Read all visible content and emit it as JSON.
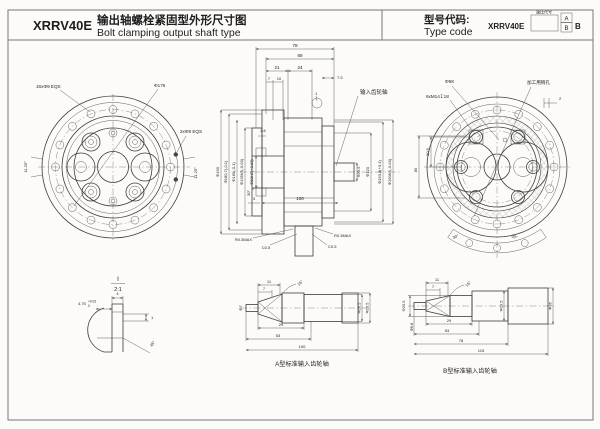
{
  "colors": {
    "line": "#3c3c3c",
    "dim": "#555555",
    "background": "#fcfbf9"
  },
  "header": {
    "model": "XRRV40E",
    "title_cn": "输出轴螺栓紧固型外形尺寸图",
    "title_en": "Bolt clamping output shaft type",
    "type_code_label_cn": "型号代码:",
    "type_code_label_en": "Type code",
    "type_code_model": "XRRV40E",
    "ratio_box_hint": "速比代号",
    "shaft_box_top": "A",
    "shaft_box_bottom": "B",
    "shaft_type_value": "B"
  },
  "front_view": {
    "bolt_holes_label": "16xΦ9 EQS",
    "bolt_circle_label": "Φ175",
    "pin_holes_label": "2xΦ8 EQS",
    "angle_left": "11.25°",
    "angle_right": "11.25°"
  },
  "section_view": {
    "dim_78": "78",
    "dim_68": "68",
    "dim_21": "21",
    "dim_24": "24",
    "dim_7": "7",
    "dim_10": "10",
    "dim_7_5": "7.5",
    "dim_1": "1",
    "dim_2_6": "2.6",
    "dia_190": "Φ190",
    "dia_180_7": "Φ180.7(-0.1)",
    "dia_160": "Φ160(-0.1)",
    "dia_135": "Φ135h7(-0.04)",
    "dia_50": "Φ50H7(+0.03)",
    "angle_30": "30°",
    "dia_29_5": "Φ29.5",
    "dia_120": "Φ120",
    "dia_153_8": "Φ153.8(+0.1)",
    "dia_160h7": "Φ160h7(-0.04)",
    "input_shaft_label": "输入齿轮轴",
    "dim_3": "3",
    "dim_100": "100",
    "r_max_left": "R0.3MAX",
    "c_left": "C0.5",
    "r_max_right": "R0.3MAX",
    "c_right": "C0.5"
  },
  "rear_view": {
    "dia_98": "Φ98",
    "pin_hole_label": "加工用销孔",
    "tapped_label": "6xM14↧18",
    "dim_2": "2",
    "dim_30_5": "30.5",
    "dim_85": "85",
    "angle_left": "30°",
    "angle_right": "30°"
  },
  "detail_i": {
    "title": "I",
    "scale": "2:1",
    "dim_main": "4.75",
    "tol_up": "+0.03",
    "tol_dn": "0",
    "dim_4": "4",
    "dim_1": "1",
    "angle": "45°"
  },
  "shaft_a": {
    "caption": "A型标准输入齿轮轴",
    "dim_11": "11",
    "dim_7": "7",
    "dia_7": "Φ7",
    "dim_29": "29",
    "dim_53": "53",
    "dim_100": "100",
    "dia_26_5": "Φ26.5",
    "dia_29_5": "Φ29.5",
    "angle": "15°"
  },
  "shaft_b": {
    "caption": "B型标准输入齿轮轴",
    "dim_11": "11",
    "dim_7": "7",
    "dia_20_5": "Φ20.5",
    "dia_6_8": "Φ6.8",
    "dim_29": "29",
    "dim_53": "53",
    "dim_78": "78",
    "dim_115": "115",
    "dia_29_5": "Φ29.5",
    "dia_36": "Φ36",
    "angle": "15°"
  }
}
